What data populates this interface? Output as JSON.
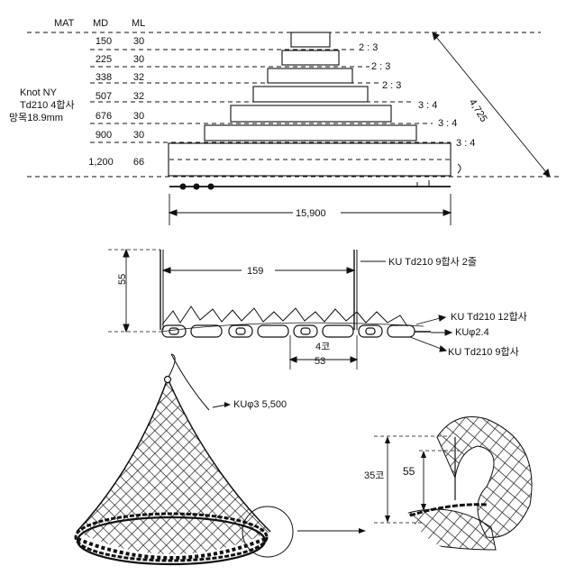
{
  "table": {
    "headers": [
      "MAT",
      "MD",
      "ML"
    ],
    "material_label": [
      "Knot NY",
      "Td210 4합사",
      "망목18.9mm"
    ],
    "rows": [
      {
        "md": "150",
        "ml": "30"
      },
      {
        "md": "225",
        "ml": "30"
      },
      {
        "md": "338",
        "ml": "32"
      },
      {
        "md": "507",
        "ml": "32"
      },
      {
        "md": "676",
        "ml": "30"
      },
      {
        "md": "900",
        "ml": "30"
      },
      {
        "md": "1,200",
        "ml": "66"
      }
    ],
    "ratios": [
      "2 : 3",
      "2 : 3",
      "2 : 3",
      "3 : 4",
      "3 : 4",
      "3 : 4"
    ]
  },
  "top_view": {
    "height_label": "4,725",
    "width_label": "15,900"
  },
  "detail": {
    "height_label": "55",
    "spacing_label": "159",
    "rope_label": "KU Td210 9합사 2줄",
    "net_label": "KU Td210 12합사",
    "chain_label": "KUφ2.4",
    "bottom_label": "KU Td210 9합사",
    "mesh_count_label": "4코",
    "mesh_width_label": "53"
  },
  "net_drawing": {
    "rope_label": "KUφ3  5,500"
  },
  "inset": {
    "outer_label": "35코",
    "inner_label": "55"
  }
}
